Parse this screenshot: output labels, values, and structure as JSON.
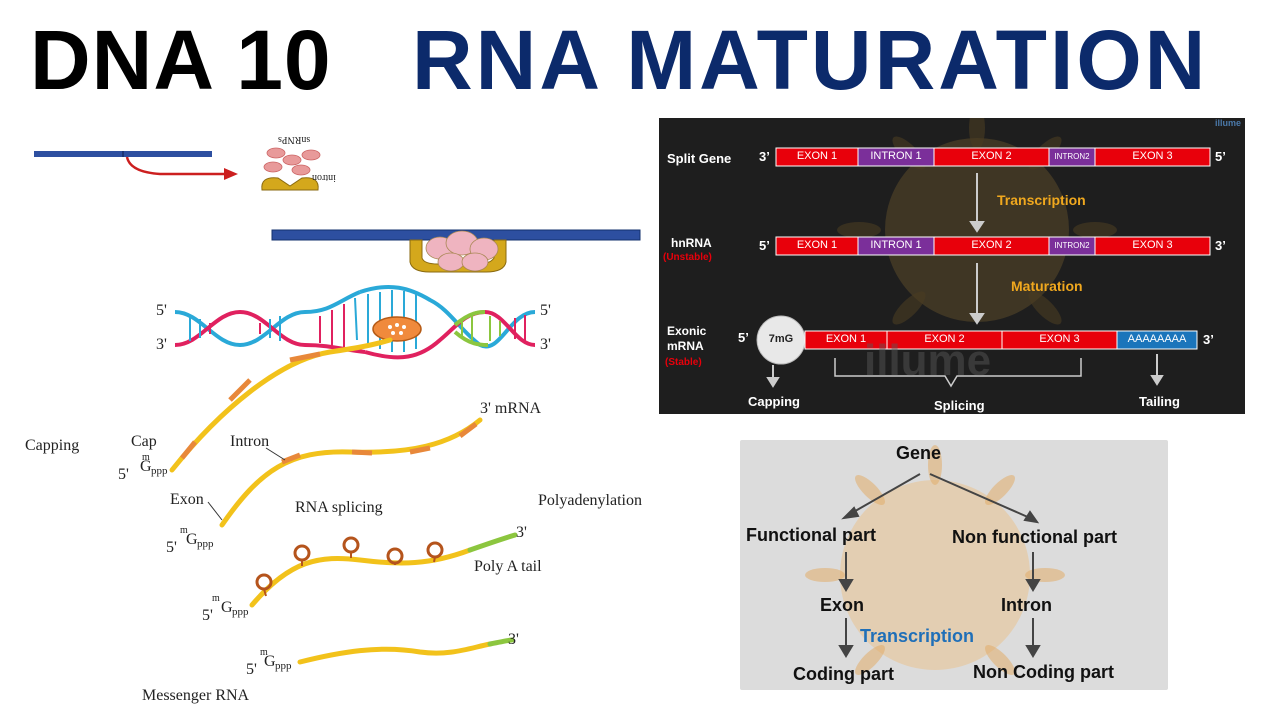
{
  "header": {
    "title_left": "DNA 10",
    "title_right": "RNA MATURATION"
  },
  "left_diagram": {
    "snrnps_label": "snRNPs",
    "intron_label": "intron",
    "five_prime_top": "5'",
    "three_prime_left": "3'",
    "five_prime_right": "5'",
    "three_prime_right": "3'",
    "three_prime_mrna": "3'  mRNA",
    "capping": "Capping",
    "cap": "Cap",
    "intron": "Intron",
    "exon": "Exon",
    "rna_splicing": "RNA splicing",
    "polyadenylation": "Polyadenylation",
    "poly_a_tail": "Poly A tail",
    "messenger_rna": "Messenger RNA",
    "five_prime": "5'",
    "three_prime": "3'",
    "cap_m": "m",
    "cap_g": "G",
    "cap_ppp": "ppp"
  },
  "split_gene_panel": {
    "watermark": "illume",
    "row1_label": "Split Gene",
    "row2_label": "hnRNA",
    "row2_sub": "(Unstable)",
    "row3_label_1": "Exonic",
    "row3_label_2": "mRNA",
    "row3_sub": "(Stable)",
    "three_prime": "3’",
    "five_prime": "5’",
    "exon1": "EXON 1",
    "intron1": "INTRON 1",
    "exon2": "EXON 2",
    "intron2": "INTRON2",
    "exon3": "EXON 3",
    "cap": "7mG",
    "polya": "AAAAAAAA",
    "transcription": "Transcription",
    "maturation": "Maturation",
    "capping": "Capping",
    "splicing": "Splicing",
    "tailing": "Tailing",
    "colors": {
      "exon": "#e8000b",
      "intron": "#7b2f9a",
      "polya": "#1b75bb",
      "accent": "#f0a81e"
    }
  },
  "gene_panel": {
    "gene": "Gene",
    "functional": "Functional part",
    "non_functional": "Non functional part",
    "exon": "Exon",
    "intron": "Intron",
    "transcription": "Transcription",
    "coding": "Coding part",
    "non_coding": "Non Coding part",
    "colors": {
      "transcription": "#1f6fb8"
    }
  }
}
